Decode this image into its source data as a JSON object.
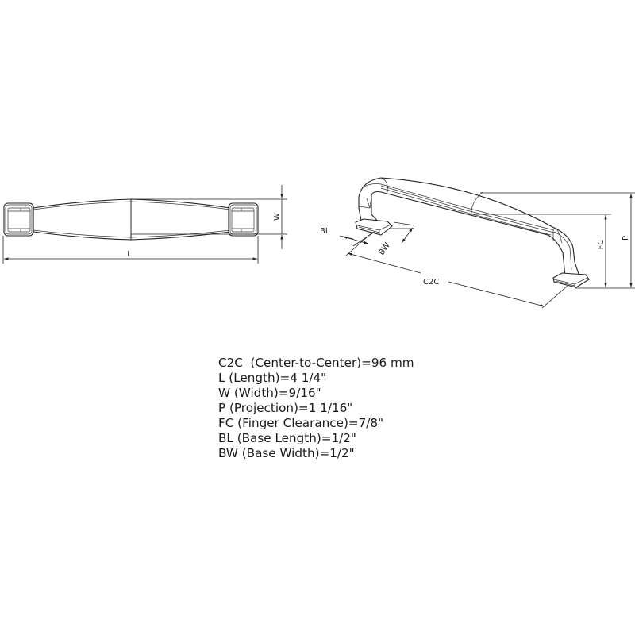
{
  "drawing": {
    "title": "Cabinet pull dimension diagram",
    "top_view": {
      "labels": {
        "length": "L",
        "width": "W"
      }
    },
    "perspective_view": {
      "labels": {
        "base_length": "BL",
        "base_width": "BW",
        "center_to_center": "C2C",
        "finger_clearance": "FC",
        "projection": "P"
      }
    },
    "line_color": "#222222",
    "background": "#ffffff"
  },
  "specs": [
    {
      "key": "C2C",
      "name": "Center-to-Center",
      "value": "96 mm",
      "text": "C2C  (Center-to-Center)=96 mm"
    },
    {
      "key": "L",
      "name": "Length",
      "value": "4 1/4\"",
      "text": "L (Length)=4 1/4\""
    },
    {
      "key": "W",
      "name": "Width",
      "value": "9/16\"",
      "text": "W (Width)=9/16\""
    },
    {
      "key": "P",
      "name": "Projection",
      "value": "1 1/16\"",
      "text": "P (Projection)=1 1/16\""
    },
    {
      "key": "FC",
      "name": "Finger Clearance",
      "value": "7/8\"",
      "text": "FC (Finger Clearance)=7/8\""
    },
    {
      "key": "BL",
      "name": "Base Length",
      "value": "1/2\"",
      "text": "BL (Base Length)=1/2\""
    },
    {
      "key": "BW",
      "name": "Base Width",
      "value": "1/2\"",
      "text": "BW (Base Width)=1/2\""
    }
  ]
}
